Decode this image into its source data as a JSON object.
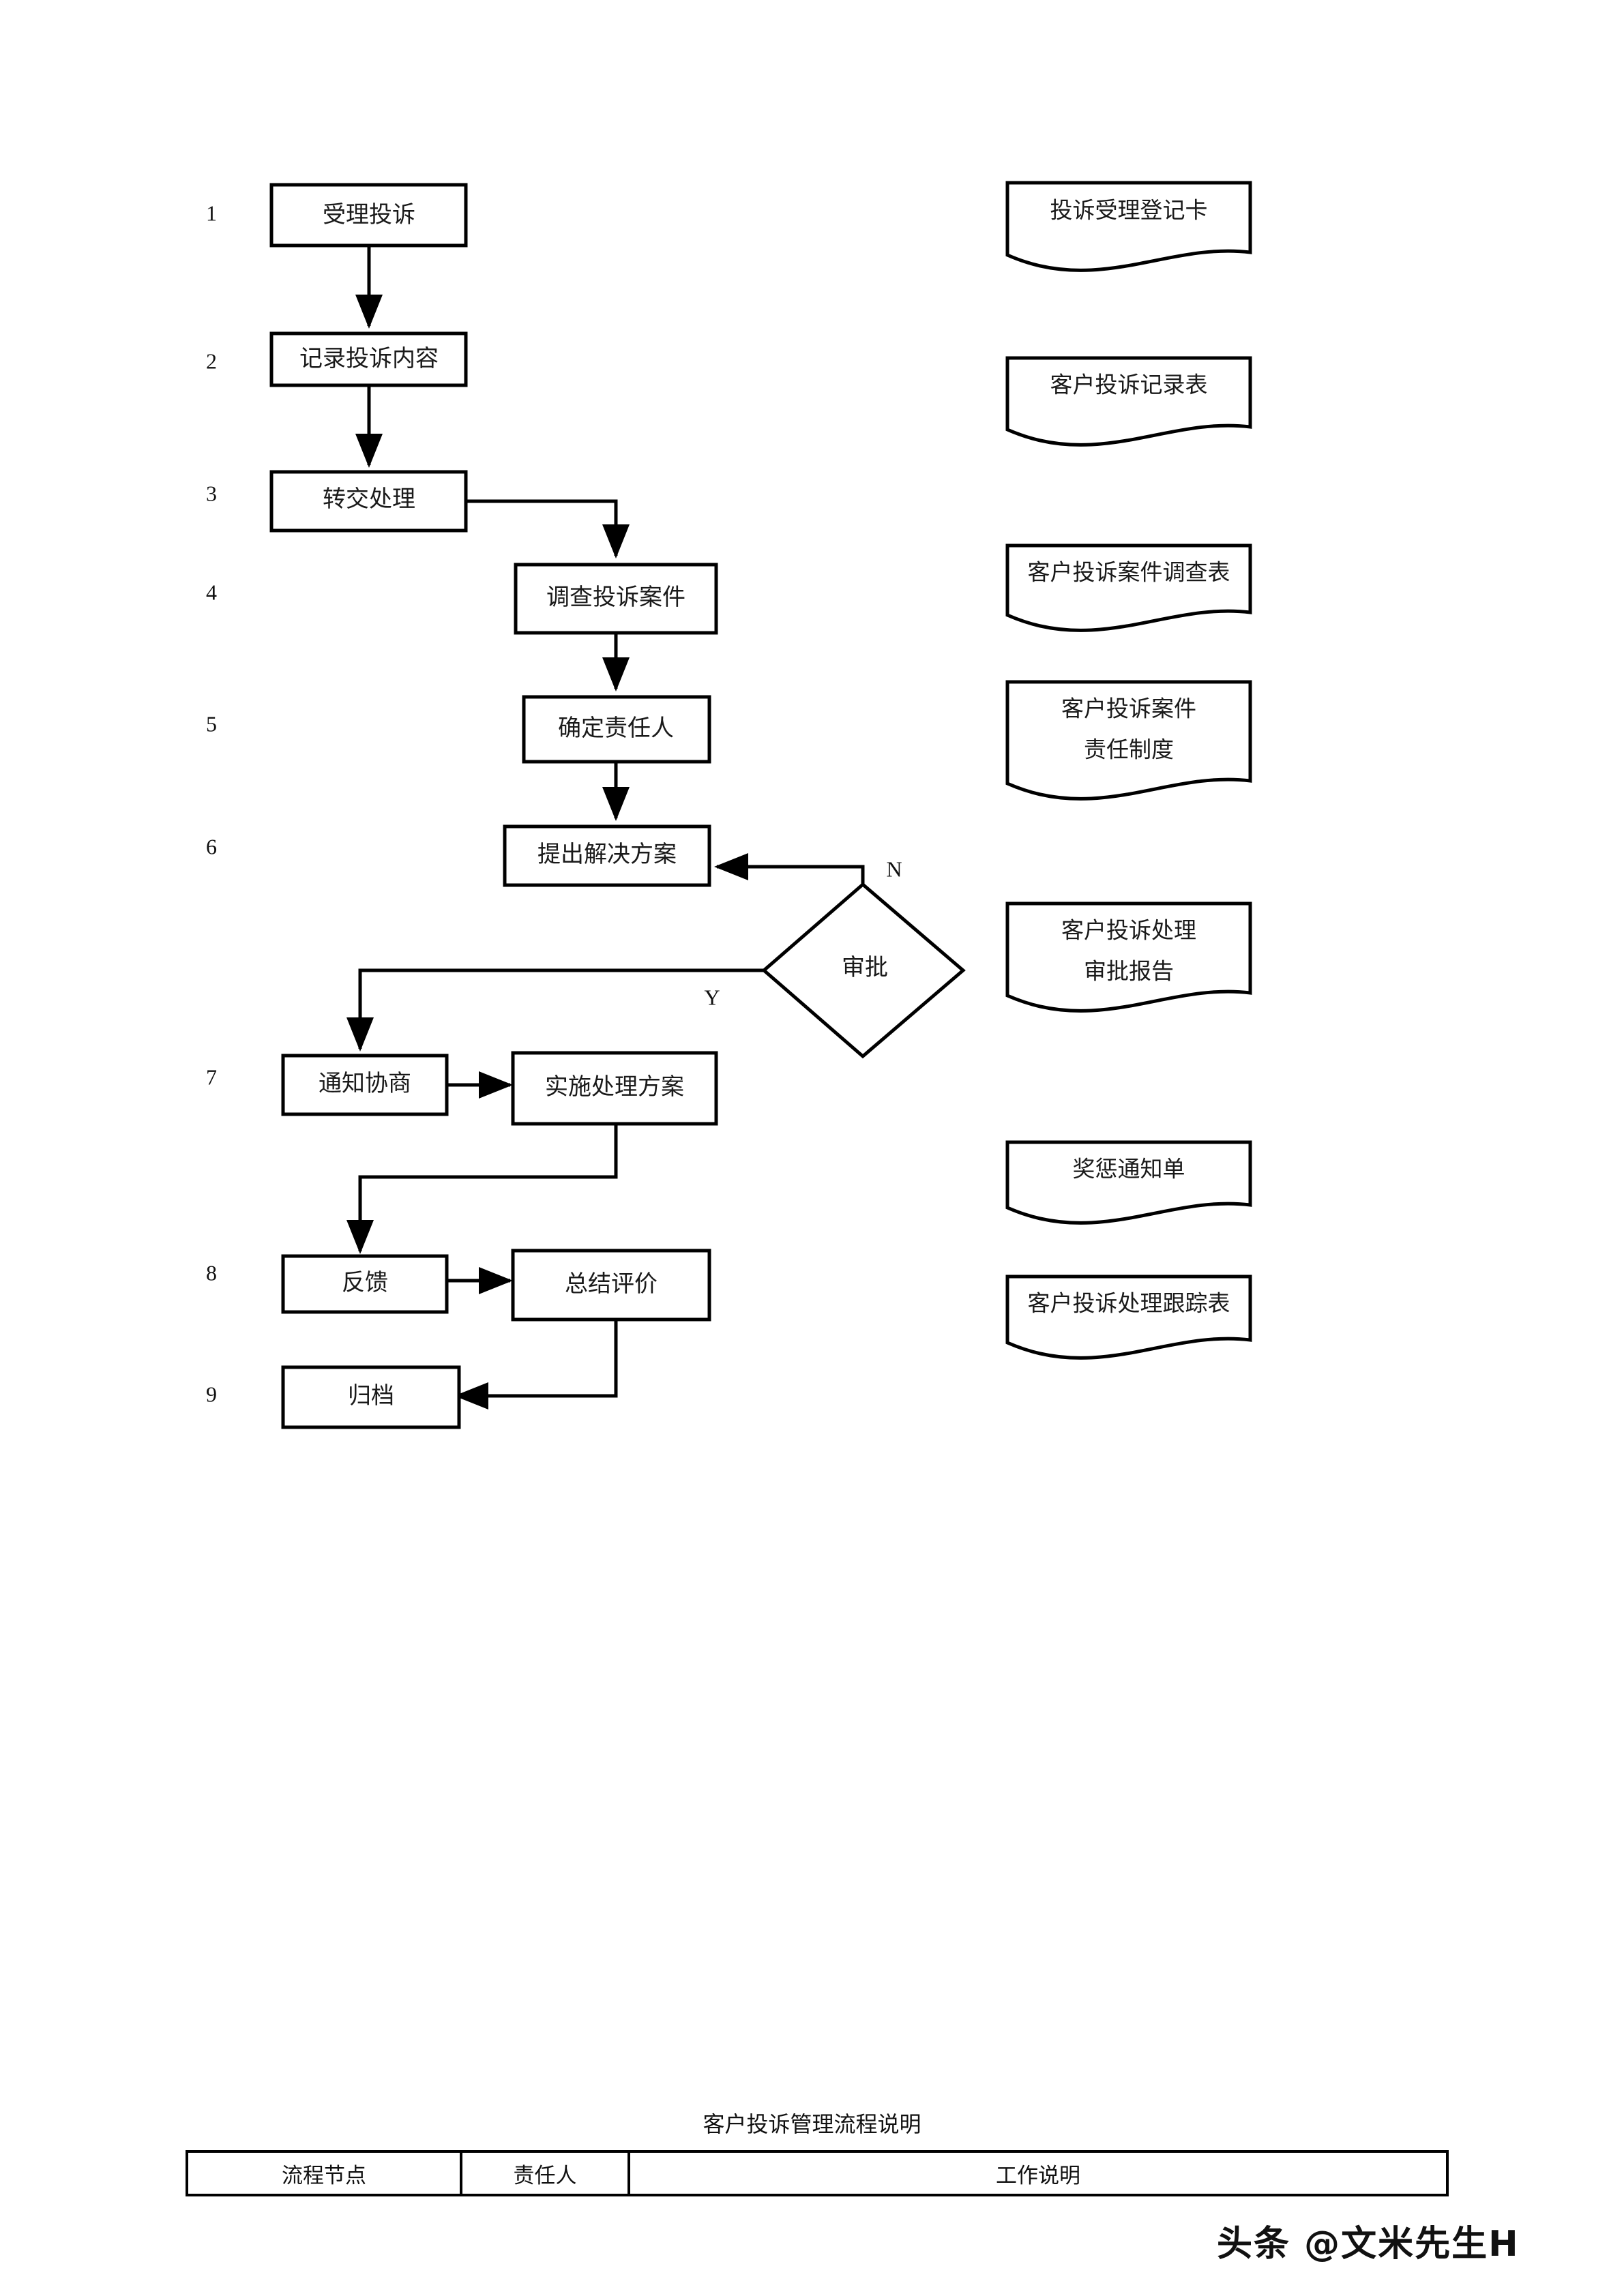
{
  "chart_data": {
    "type": "diagram",
    "title": "客户投诉管理流程说明",
    "diagram_kind": "flowchart",
    "steps": [
      {
        "number": "1",
        "label": "受理投诉"
      },
      {
        "number": "2",
        "label": "记录投诉内容"
      },
      {
        "number": "3",
        "label": "转交处理"
      },
      {
        "number": "4",
        "label": "调查投诉案件"
      },
      {
        "number": "5",
        "label": "确定责任人"
      },
      {
        "number": "6",
        "label": "提出解决方案"
      },
      {
        "number": "7",
        "label": "通知协商"
      },
      {
        "number": "7b",
        "label": "实施处理方案"
      },
      {
        "number": "8",
        "label": "反馈"
      },
      {
        "number": "8b",
        "label": "总结评价"
      },
      {
        "number": "9",
        "label": "归档"
      }
    ],
    "decision": {
      "label": "审批",
      "yes": "Y",
      "no": "N"
    },
    "documents": [
      "投诉受理登记卡",
      "客户投诉记录表",
      "客户投诉案件调查表",
      "客户投诉案件\n责任制度",
      "客户投诉处理\n审批报告",
      "奖惩通知单",
      "客户投诉处理跟踪表"
    ]
  },
  "flow": {
    "step_numbers": [
      "1",
      "2",
      "3",
      "4",
      "5",
      "6",
      "7",
      "8",
      "9"
    ],
    "nodes": {
      "n1": "受理投诉",
      "n2": "记录投诉内容",
      "n3": "转交处理",
      "n4": "调查投诉案件",
      "n5": "确定责任人",
      "n6": "提出解决方案",
      "n7a": "通知协商",
      "n7b": "实施处理方案",
      "n8a": "反馈",
      "n8b": "总结评价",
      "n9": "归档"
    },
    "decision_label": "审批",
    "branch_no": "N",
    "branch_yes": "Y"
  },
  "documents": {
    "d1": "投诉受理登记卡",
    "d2": "客户投诉记录表",
    "d3": "客户投诉案件调查表",
    "d4_line1": "客户投诉案件",
    "d4_line2": "责任制度",
    "d5_line1": "客户投诉处理",
    "d5_line2": "审批报告",
    "d6": "奖惩通知单",
    "d7": "客户投诉处理跟踪表"
  },
  "legend": {
    "title": "客户投诉管理流程说明",
    "headers": [
      "流程节点",
      "责任人",
      "工作说明"
    ]
  },
  "watermark": {
    "text": "头条 @文米先生H"
  },
  "colors": {
    "stroke": "#000000",
    "text": "#111111",
    "background": "#ffffff"
  }
}
